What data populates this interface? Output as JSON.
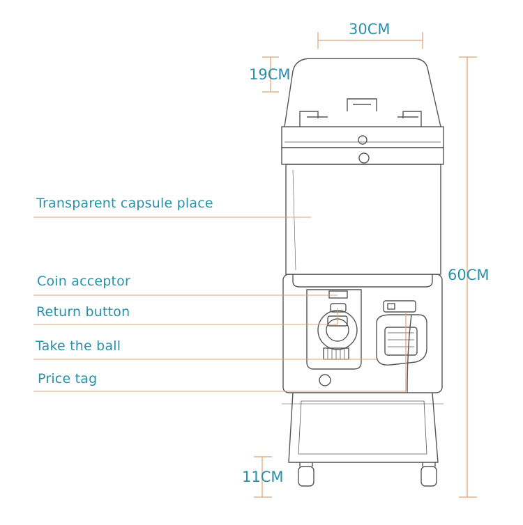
{
  "dimensions": {
    "width": "30CM",
    "top_height": "19CM",
    "total_height": "60CM",
    "wheel_height": "11CM"
  },
  "callouts": [
    {
      "label": "Transparent capsule place"
    },
    {
      "label": "Coin acceptor"
    },
    {
      "label": "Return button"
    },
    {
      "label": "Take the ball"
    },
    {
      "label": "Price tag"
    }
  ],
  "colors": {
    "label_text": "#2a8fa8",
    "leader_line": "#e0a070",
    "sketch": "#555555"
  }
}
